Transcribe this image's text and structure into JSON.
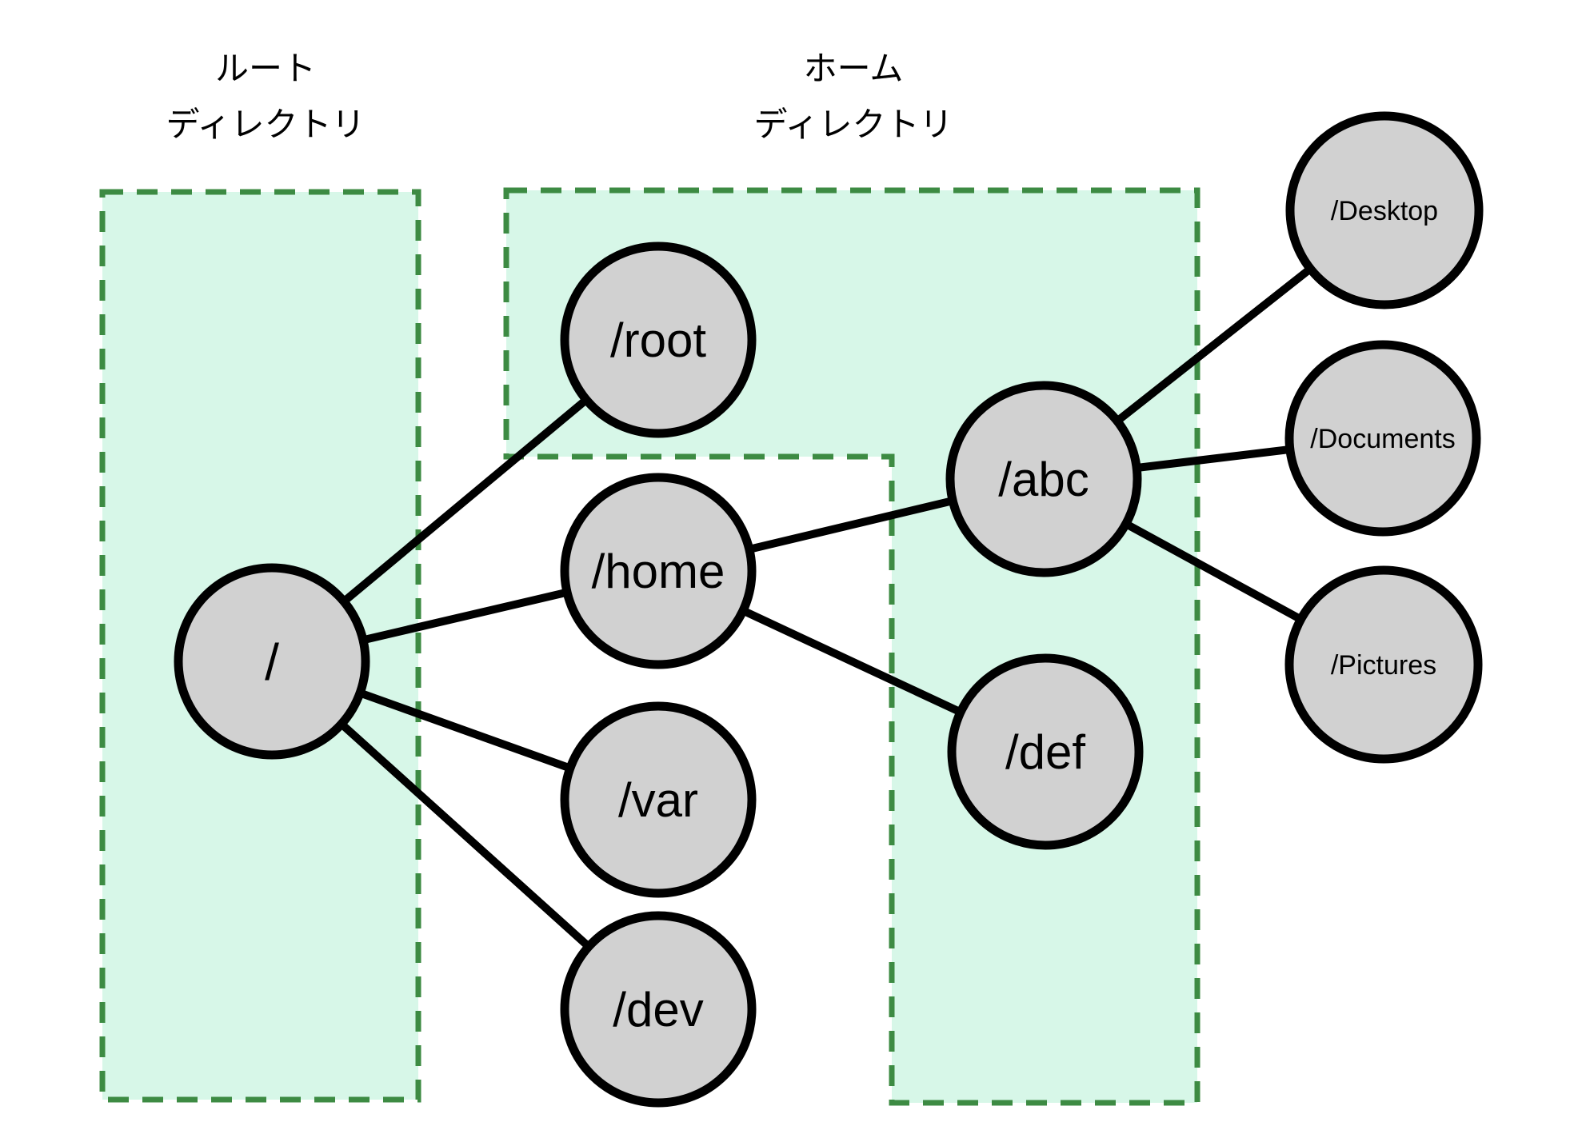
{
  "diagram": {
    "region_labels": {
      "root_region": {
        "line1": "ルート",
        "line2": "ディレクトリ"
      },
      "home_region": {
        "line1": "ホーム",
        "line2": "ディレクトリ"
      }
    },
    "nodes": {
      "slash": "/",
      "root": "/root",
      "home": "/home",
      "var": "/var",
      "dev": "/dev",
      "abc": "/abc",
      "def": "/def",
      "desktop": "/Desktop",
      "documents": "/Documents",
      "pictures": "/Pictures"
    },
    "edges": [
      {
        "from": "/",
        "to": "/root"
      },
      {
        "from": "/",
        "to": "/home"
      },
      {
        "from": "/",
        "to": "/var"
      },
      {
        "from": "/",
        "to": "/dev"
      },
      {
        "from": "/home",
        "to": "/abc"
      },
      {
        "from": "/home",
        "to": "/def"
      },
      {
        "from": "/abc",
        "to": "/Desktop"
      },
      {
        "from": "/abc",
        "to": "/Documents"
      },
      {
        "from": "/abc",
        "to": "/Pictures"
      }
    ],
    "colors": {
      "region_fill": "#d7f7e8",
      "region_border": "#3d8b43",
      "node_fill": "#d1d1d1",
      "node_border": "#000000",
      "edge_color": "#000000",
      "text_color": "#000000",
      "background": "#ffffff"
    }
  }
}
